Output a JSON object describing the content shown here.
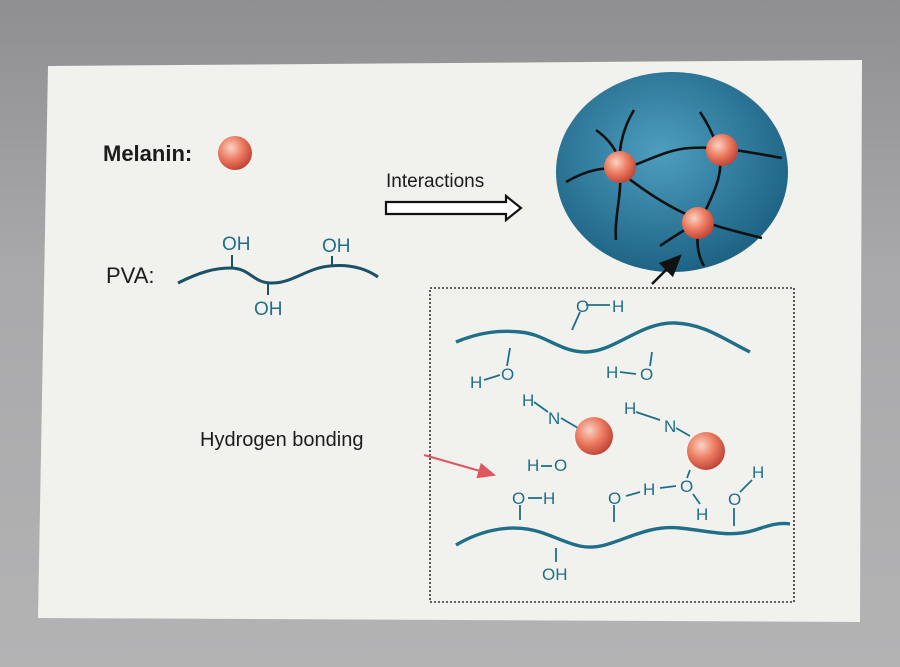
{
  "labels": {
    "melanin": "Melanin:",
    "pva": "PVA:",
    "interactions": "Interactions",
    "hydrogen_bonding": "Hydrogen bonding"
  },
  "pva_groups": {
    "oh_top_left": "OH",
    "oh_top_right": "OH",
    "oh_bottom": "OH"
  },
  "detail": {
    "top_o": "O",
    "top_h": "H",
    "upper_left_h": "H",
    "upper_left_o": "O",
    "upper_right_h": "H",
    "upper_right_o": "O",
    "left_nh_h": "H",
    "left_nh_n": "N",
    "right_nh_h": "H",
    "right_nh_n": "N",
    "mid_left_h": "H",
    "mid_left_o": "O",
    "low_left_o": "O",
    "low_left_h": "H",
    "low_mid_o": "O",
    "low_mid_h": "H",
    "low_right_o": "O",
    "low_right_h": "H",
    "far_right_h": "H",
    "far_right_o": "O",
    "bottom_oh": "OH"
  },
  "colors": {
    "photo_background": "#a3a3a5",
    "card": "#f1f2ee",
    "polymer_blue": "#1f6f8a",
    "bead_orange": "#e9745a",
    "circle_blue": "#2f7ea0",
    "arrow_red": "#e05560"
  }
}
